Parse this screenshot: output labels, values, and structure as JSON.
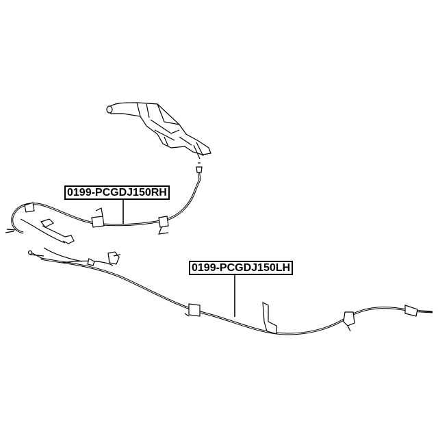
{
  "parts": [
    {
      "part_number": "0199-PCGDJ150RH",
      "description_side": "RH"
    },
    {
      "part_number": "0199-PCGDJ150LH",
      "description_side": "LH"
    }
  ],
  "colors": {
    "line": "#000000",
    "background": "#ffffff"
  }
}
